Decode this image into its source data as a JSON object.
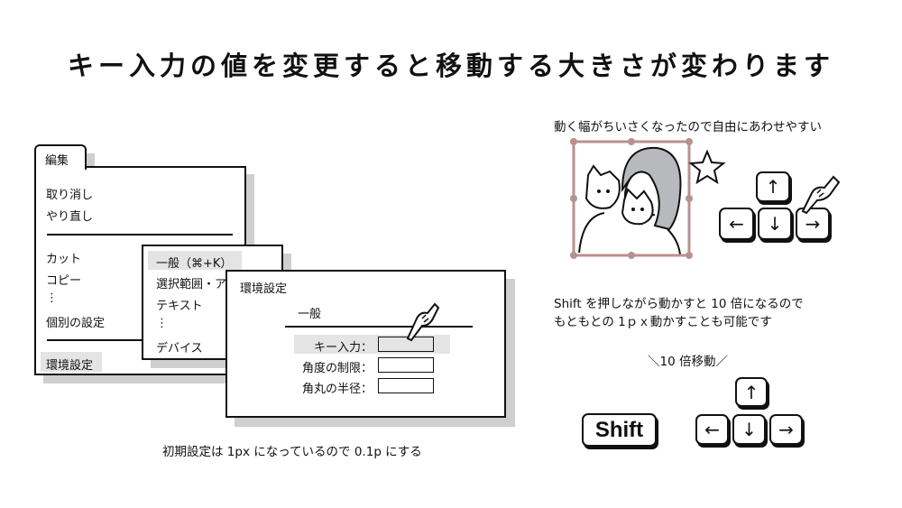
{
  "title": "キー入力の値を変更すると移動する大きさが変わります",
  "edit_menu": {
    "tab": "編集",
    "items": [
      "取り消し",
      "やり直し",
      "カット",
      "コピー",
      "⋮",
      "個別の設定",
      "環境設定"
    ]
  },
  "submenu": {
    "items": [
      "一般（⌘+K）",
      "選択範囲・ア",
      "テキスト",
      "⋮",
      "デバイス"
    ]
  },
  "preferences": {
    "title": "環境設定",
    "section": "一般",
    "fields": [
      {
        "label": "キー入力：",
        "value": ""
      },
      {
        "label": "角度の制限：",
        "value": ""
      },
      {
        "label": "角丸の半径：",
        "value": ""
      }
    ]
  },
  "caption_left": "初期設定は 1px になっているので 0.1p にする",
  "caption_top_right": "動く幅がちいさくなったので自由にあわせやすい",
  "shift_note": [
    "Shift を押しながら動かすと 10 倍になるので",
    "もともとの 1ｐｘ動かすことも可能です"
  ],
  "ten_times_label": "＼10 倍移動／",
  "keys": {
    "up": "↑",
    "down": "↓",
    "left": "←",
    "right": "→",
    "shift": "Shift"
  },
  "colors": {
    "selection": "#b89090",
    "highlight": "#e4e4e4",
    "shadow": "#cfcfcf"
  }
}
